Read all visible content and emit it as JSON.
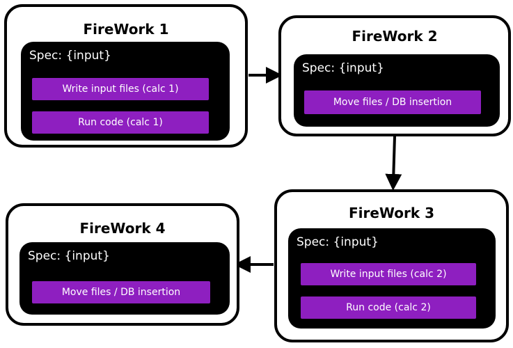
{
  "colors": {
    "spec_background": "#000000",
    "task_fill": "#8e1fc0",
    "border": "#000000",
    "arrow": "#000000"
  },
  "fireworks": [
    {
      "title": "FireWork 1",
      "spec": "Spec: {input}",
      "tasks": [
        "Write input files (calc 1)",
        "Run code (calc 1)"
      ]
    },
    {
      "title": "FireWork 2",
      "spec": "Spec: {input}",
      "tasks": [
        "Move files / DB insertion"
      ]
    },
    {
      "title": "FireWork 3",
      "spec": "Spec: {input}",
      "tasks": [
        "Write input files (calc 2)",
        "Run code (calc 2)"
      ]
    },
    {
      "title": "FireWork 4",
      "spec": "Spec: {input}",
      "tasks": [
        "Move files / DB insertion"
      ]
    }
  ],
  "connections": [
    {
      "from": "FireWork 1",
      "to": "FireWork 2"
    },
    {
      "from": "FireWork 2",
      "to": "FireWork 3"
    },
    {
      "from": "FireWork 3",
      "to": "FireWork 4"
    }
  ]
}
